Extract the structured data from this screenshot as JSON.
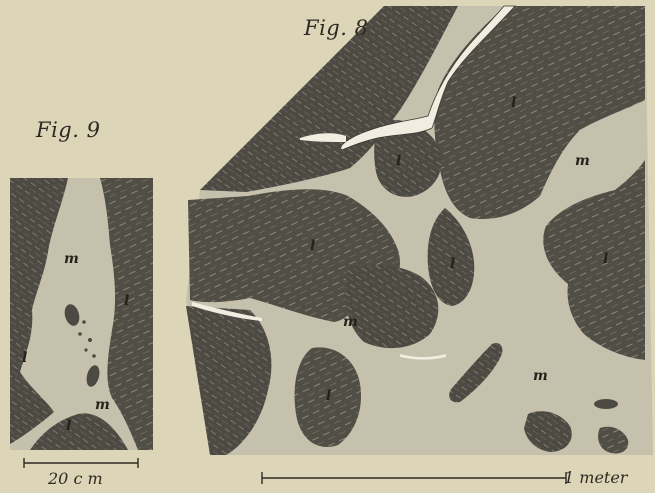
{
  "figure9": {
    "title": "Fig. 9",
    "region_labels": [
      "m",
      "l",
      "l",
      "m",
      "l"
    ],
    "scale_label": "20 c m"
  },
  "figure8": {
    "title": "Fig. 8",
    "region_labels": [
      "l",
      "l",
      "m",
      "l",
      "l",
      "l",
      "m",
      "m",
      "l"
    ],
    "scale_label": "1 meter"
  },
  "colors": {
    "paper": "#ddd5b8",
    "dark_rock": "#4d4a43",
    "matrix": "#c6c1ad",
    "vein": "#f1ede0"
  }
}
